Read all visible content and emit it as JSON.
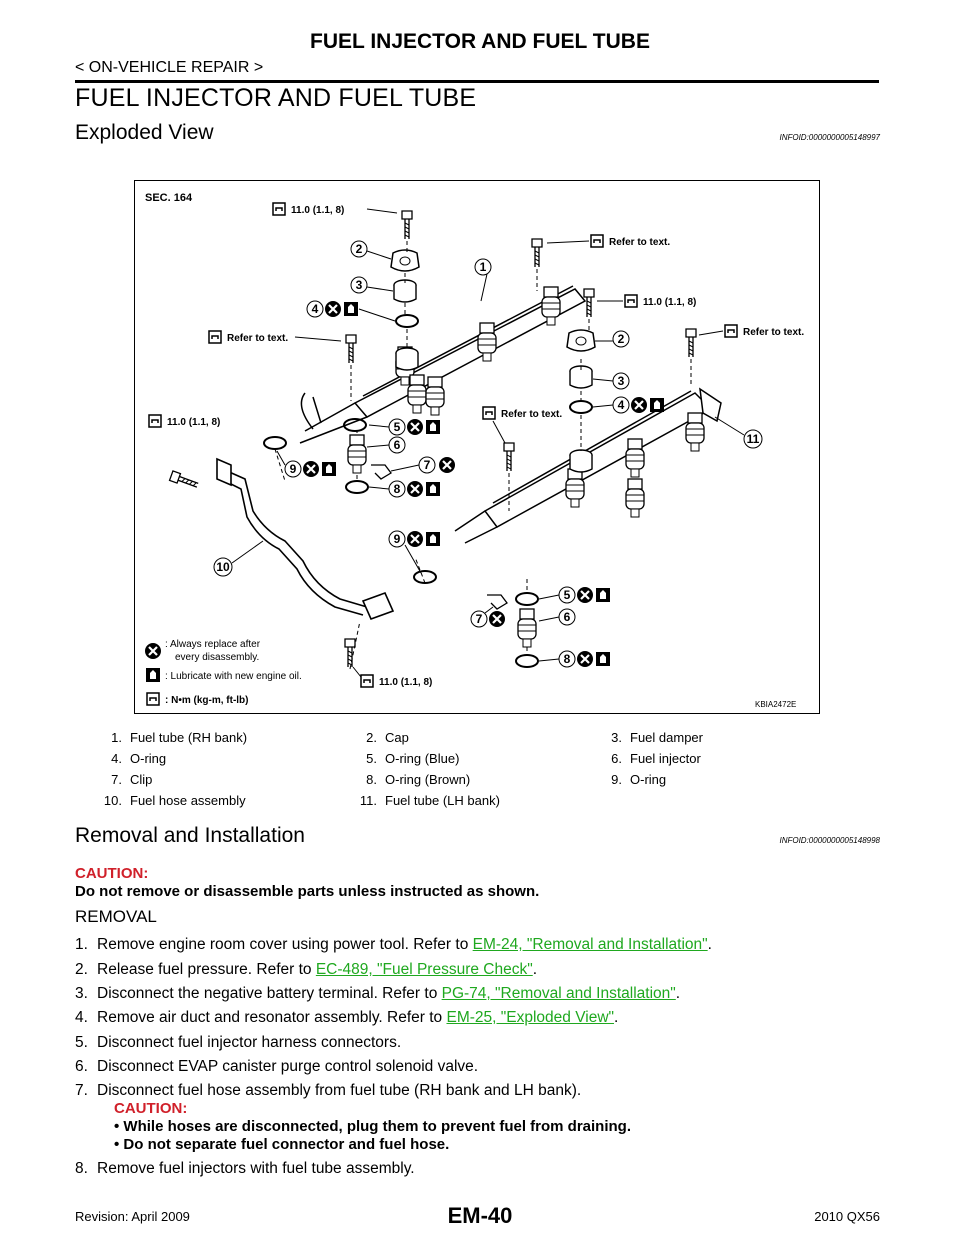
{
  "header": {
    "title": "FUEL INJECTOR AND FUEL TUBE",
    "section": "< ON-VEHICLE REPAIR >"
  },
  "main": {
    "heading": "FUEL INJECTOR AND FUEL TUBE",
    "exploded": {
      "title": "Exploded View",
      "infoid": "INFOID:0000000005148997"
    },
    "removal": {
      "title": "Removal and Installation",
      "infoid": "INFOID:0000000005148998"
    }
  },
  "figure": {
    "sec": "SEC. 164",
    "torque_1": "11.0 (1.1, 8)",
    "torque_2": "Refer to text.",
    "legend_replace_1": ": Always replace after",
    "legend_replace_2": "every disassembly.",
    "legend_lube": ": Lubricate with new engine oil.",
    "legend_units": ": N•m (kg-m, ft-lb)",
    "code": "KBIA2472E",
    "callouts": [
      "1",
      "2",
      "3",
      "4",
      "5",
      "6",
      "7",
      "8",
      "9",
      "10",
      "11"
    ]
  },
  "legend": [
    [
      "1.",
      "Fuel tube (RH bank)",
      "2.",
      "Cap",
      "3.",
      "Fuel damper"
    ],
    [
      "4.",
      "O-ring",
      "5.",
      "O-ring (Blue)",
      "6.",
      "Fuel injector"
    ],
    [
      "7.",
      "Clip",
      "8.",
      "O-ring (Brown)",
      "9.",
      "O-ring"
    ],
    [
      "10.",
      "Fuel hose assembly",
      "11.",
      "Fuel tube (LH bank)",
      "",
      ""
    ]
  ],
  "caution": {
    "label": "CAUTION:",
    "text": "Do not remove or disassemble parts unless instructed as shown."
  },
  "removal_heading": "REMOVAL",
  "steps": {
    "s1": {
      "n": "1.",
      "pre": "Remove engine room cover using power tool. Refer to ",
      "link": "EM-24, \"Removal and Installation\"",
      "post": "."
    },
    "s2": {
      "n": "2.",
      "pre": "Release fuel pressure. Refer to ",
      "link": "EC-489, \"Fuel Pressure Check\"",
      "post": "."
    },
    "s3": {
      "n": "3.",
      "pre": "Disconnect the negative battery terminal. Refer to ",
      "link": "PG-74, \"Removal and Installation\"",
      "post": "."
    },
    "s4": {
      "n": "4.",
      "pre": "Remove air duct and resonator assembly. Refer to ",
      "link": "EM-25, \"Exploded View\"",
      "post": "."
    },
    "s5": {
      "n": "5.",
      "text": "Disconnect fuel injector harness connectors."
    },
    "s6": {
      "n": "6.",
      "text": "Disconnect EVAP canister purge control solenoid valve."
    },
    "s7": {
      "n": "7.",
      "text": "Disconnect fuel hose assembly from fuel tube (RH bank and LH bank)."
    },
    "s7_caution": "CAUTION:",
    "s7_b1": "• While hoses are disconnected, plug them to prevent fuel from draining.",
    "s7_b2": "• Do not separate fuel connector and fuel hose.",
    "s8": {
      "n": "8.",
      "text": "Remove fuel injectors with fuel tube assembly."
    }
  },
  "footer": {
    "revision": "Revision: April 2009",
    "page": "EM-40",
    "model": "2010 QX56"
  }
}
